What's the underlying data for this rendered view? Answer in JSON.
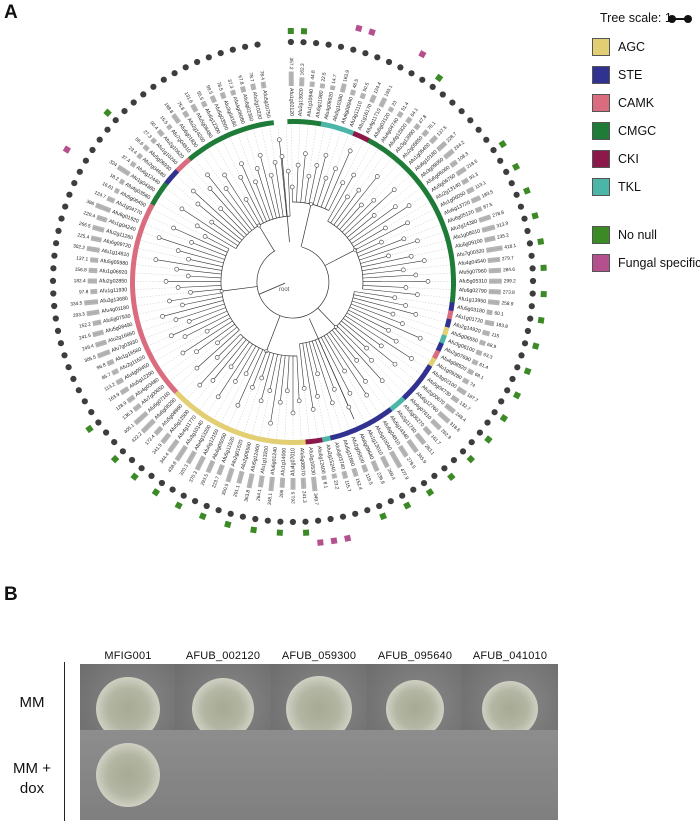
{
  "panel_a": {
    "letter": "A",
    "tree_scale_label": "Tree scale: 1",
    "root_label": "root",
    "legend": [
      {
        "label": "AGC",
        "color": "#e3cf73"
      },
      {
        "label": "STE",
        "color": "#31328f"
      },
      {
        "label": "CAMK",
        "color": "#d96d7f"
      },
      {
        "label": "CMGC",
        "color": "#1e7b38"
      },
      {
        "label": "CKI",
        "color": "#8b1a4a"
      },
      {
        "label": "TKL",
        "color": "#4bb5a8"
      },
      {
        "label": "No null",
        "color": "#3b8a25"
      },
      {
        "label": "Fungal specific",
        "color": "#b4508e"
      }
    ],
    "leaves": [
      {
        "gene": "Afu1g02120",
        "value": "357.2"
      },
      {
        "gene": "Afu2g13920",
        "value": "162.3"
      },
      {
        "gene": "Afu1g10940",
        "value": "44.8"
      },
      {
        "gene": "Afu5g11980",
        "value": "22.5"
      },
      {
        "gene": "Afu4g08920",
        "value": "14.7"
      },
      {
        "gene": "Afu5g10380",
        "value": "163.9"
      },
      {
        "gene": "Afu6g08940",
        "value": "46.5"
      },
      {
        "gene": "Afu3g11110",
        "value": "50.5"
      },
      {
        "gene": "Afu1g16170",
        "value": "124.4"
      },
      {
        "gene": "Afu4g11710",
        "value": "193.1"
      },
      {
        "gene": "Afu6g03120",
        "value": "23"
      },
      {
        "gene": "Afu4g04740",
        "value": "51.4"
      },
      {
        "gene": "Afu6g12820",
        "value": "64.1"
      },
      {
        "gene": "Afu3g13990",
        "value": "47.8"
      },
      {
        "gene": "Afu2g05850",
        "value": "78.1"
      },
      {
        "gene": "Afu1g06400",
        "value": "137.5"
      },
      {
        "gene": "Afu6g10180",
        "value": "228.7"
      },
      {
        "gene": "Afu3g09050",
        "value": "244.2"
      },
      {
        "gene": "Afu6g06060",
        "value": "108.3"
      },
      {
        "gene": "Afu5g06750",
        "value": "218.6"
      },
      {
        "gene": "Afu2g13140",
        "value": "93.3"
      },
      {
        "gene": "Afu1g06050",
        "value": "113.1"
      },
      {
        "gene": "Afu6g13720",
        "value": "183.5"
      },
      {
        "gene": "Afu6g05120",
        "value": "87.5"
      },
      {
        "gene": "Afu2g14380",
        "value": "278.8"
      },
      {
        "gene": "Afu1g08010",
        "value": "313.9"
      },
      {
        "gene": "Afu5g09100",
        "value": "235.2"
      },
      {
        "gene": "Afu7g00320",
        "value": "418.1"
      },
      {
        "gene": "Afu4g04540",
        "value": "279.7"
      },
      {
        "gene": "Afu5g07960",
        "value": "284.6"
      },
      {
        "gene": "Afu5g05310",
        "value": "299.2"
      },
      {
        "gene": "Afu6g02790",
        "value": "273.8"
      },
      {
        "gene": "Afu1g13950",
        "value": "258.9"
      },
      {
        "gene": "Afu5g03180",
        "value": "60.1"
      },
      {
        "gene": "Afu1g01720",
        "value": "183.8"
      },
      {
        "gene": "Afu2g14920",
        "value": "115"
      },
      {
        "gene": "Afu5g06550",
        "value": "68.9"
      },
      {
        "gene": "Afu3g06100",
        "value": "63.3"
      },
      {
        "gene": "Afu2g07690",
        "value": "61.4"
      },
      {
        "gene": "Afu4g08920",
        "value": "68.1"
      },
      {
        "gene": "Afu1g09280",
        "value": "74"
      },
      {
        "gene": "Afu3g02100",
        "value": "187.7"
      },
      {
        "gene": "Afu5g04730",
        "value": "132.7"
      },
      {
        "gene": "Afu2g00670",
        "value": "248.4"
      },
      {
        "gene": "Afu6g12760",
        "value": "318.6"
      },
      {
        "gene": "Afu4g07610",
        "value": "262.9"
      },
      {
        "gene": "Afu5g06270",
        "value": "161.7"
      },
      {
        "gene": "Afu2g11730",
        "value": "283.1"
      },
      {
        "gene": "Afu5g14340",
        "value": "345.9"
      },
      {
        "gene": "Afu6g04810",
        "value": "279.5"
      },
      {
        "gene": "Afu5g10040",
        "value": "477.9"
      },
      {
        "gene": "Afu1g13010",
        "value": "269.4"
      },
      {
        "gene": "Afu6g09640",
        "value": "236.8"
      },
      {
        "gene": "Afu2g05920",
        "value": "119.5"
      },
      {
        "gene": "Afu5g11660",
        "value": "152.4"
      },
      {
        "gene": "Afu6g03740",
        "value": "115.7"
      },
      {
        "gene": "Afu2g15240",
        "value": "23.2"
      },
      {
        "gene": "Afu6g12400",
        "value": "8.1"
      },
      {
        "gene": "Afu3g10530",
        "value": "349.7"
      },
      {
        "gene": "Afu5g08570",
        "value": "241.3"
      },
      {
        "gene": "Afu4g07010",
        "value": "261.5"
      },
      {
        "gene": "Afu1g14000",
        "value": "206"
      },
      {
        "gene": "Afu6g01240",
        "value": "348.1"
      },
      {
        "gene": "Afu1g13200",
        "value": "264.1"
      },
      {
        "gene": "Afu5g12460",
        "value": "363.8"
      },
      {
        "gene": "Afu2g06560",
        "value": "291.1"
      },
      {
        "gene": "Afu2g01520",
        "value": "350.5"
      },
      {
        "gene": "Afu5g11520",
        "value": "223.7"
      },
      {
        "gene": "Afu6g05050",
        "value": "293.5"
      },
      {
        "gene": "Afu6g12150",
        "value": "370.3"
      },
      {
        "gene": "Afu4g13200",
        "value": "320.3"
      },
      {
        "gene": "Afu3g10140",
        "value": "438.8"
      },
      {
        "gene": "Afu4g11770",
        "value": "344.4"
      },
      {
        "gene": "Afu5g12500",
        "value": "241.9"
      },
      {
        "gene": "Afu5g08960",
        "value": "172.4"
      },
      {
        "gene": "Afu6g08290",
        "value": "422.2"
      },
      {
        "gene": "Afu6g07160",
        "value": "405.1"
      },
      {
        "gene": "Afu7g00650",
        "value": "136.3"
      },
      {
        "gene": "Afu4g03480",
        "value": "128.9"
      },
      {
        "gene": "Afu5g12290",
        "value": "163.9"
      },
      {
        "gene": "Afu4g09450",
        "value": "113.2"
      },
      {
        "gene": "Afu2g11620",
        "value": "85.7"
      },
      {
        "gene": "Afu1g16560",
        "value": "96.8"
      },
      {
        "gene": "Afu7g03930",
        "value": "305.5"
      },
      {
        "gene": "Afu2g16660",
        "value": "249.4"
      },
      {
        "gene": "Afu5g08490",
        "value": "241.5"
      },
      {
        "gene": "Afu5g07930",
        "value": "152.2"
      },
      {
        "gene": "Afu4g01180",
        "value": "293.3"
      },
      {
        "gene": "Afu3g13680",
        "value": "334.5"
      },
      {
        "gene": "Afu1g11930",
        "value": "97.8"
      },
      {
        "gene": "Afu2g02850",
        "value": "182.4"
      },
      {
        "gene": "Afu1g06920",
        "value": "156.8"
      },
      {
        "gene": "Afu5g05980",
        "value": "137.1"
      },
      {
        "gene": "Afu1g14810",
        "value": "302.2"
      },
      {
        "gene": "Afu6g09720",
        "value": "225.4"
      },
      {
        "gene": "Afu2g11260",
        "value": "266.5"
      },
      {
        "gene": "Afu1g04240",
        "value": "220.4"
      },
      {
        "gene": "Afu6g01920",
        "value": "396"
      },
      {
        "gene": "Afu1g04770",
        "value": "124.7"
      },
      {
        "gene": "Afu5g06450",
        "value": "16.61"
      },
      {
        "gene": "Afu4g03560",
        "value": "18.2"
      },
      {
        "gene": "Afu1g04380",
        "value": "324"
      },
      {
        "gene": "Afu6g12440",
        "value": "37.4"
      },
      {
        "gene": "Afu2g04680",
        "value": "23.4"
      },
      {
        "gene": "Afu5g06930",
        "value": "56.6"
      },
      {
        "gene": "Afu1g10240",
        "value": "27.3"
      },
      {
        "gene": "Afu2g10620",
        "value": "90.4"
      },
      {
        "gene": "Afu7g04810",
        "value": "15.5"
      },
      {
        "gene": "Afu6g01830",
        "value": "198.8"
      },
      {
        "gene": "Afu2g14200",
        "value": "75.8"
      },
      {
        "gene": "Afu5g08480",
        "value": "131.6"
      },
      {
        "gene": "Afu6g12300",
        "value": "55.5"
      },
      {
        "gene": "Afu5g03500",
        "value": "99.5"
      },
      {
        "gene": "Afu3g04180",
        "value": "78.5"
      },
      {
        "gene": "Afu4g06080",
        "value": "37.3"
      },
      {
        "gene": "Afu6g02350",
        "value": "67.8"
      },
      {
        "gene": "Afu2g10230",
        "value": "78.7"
      },
      {
        "gene": "Afu5g10750",
        "value": "78.4"
      }
    ]
  },
  "panel_b": {
    "letter": "B",
    "columns": [
      "MFIG001",
      "AFUB_002120",
      "AFUB_059300",
      "AFUB_095640",
      "AFUB_041010"
    ],
    "row_mm": "MM",
    "row_dox_line1": "MM +",
    "row_dox_line2": "dox",
    "growth_mm": [
      true,
      true,
      true,
      true,
      true
    ],
    "growth_dox": [
      true,
      false,
      false,
      false,
      false
    ]
  }
}
